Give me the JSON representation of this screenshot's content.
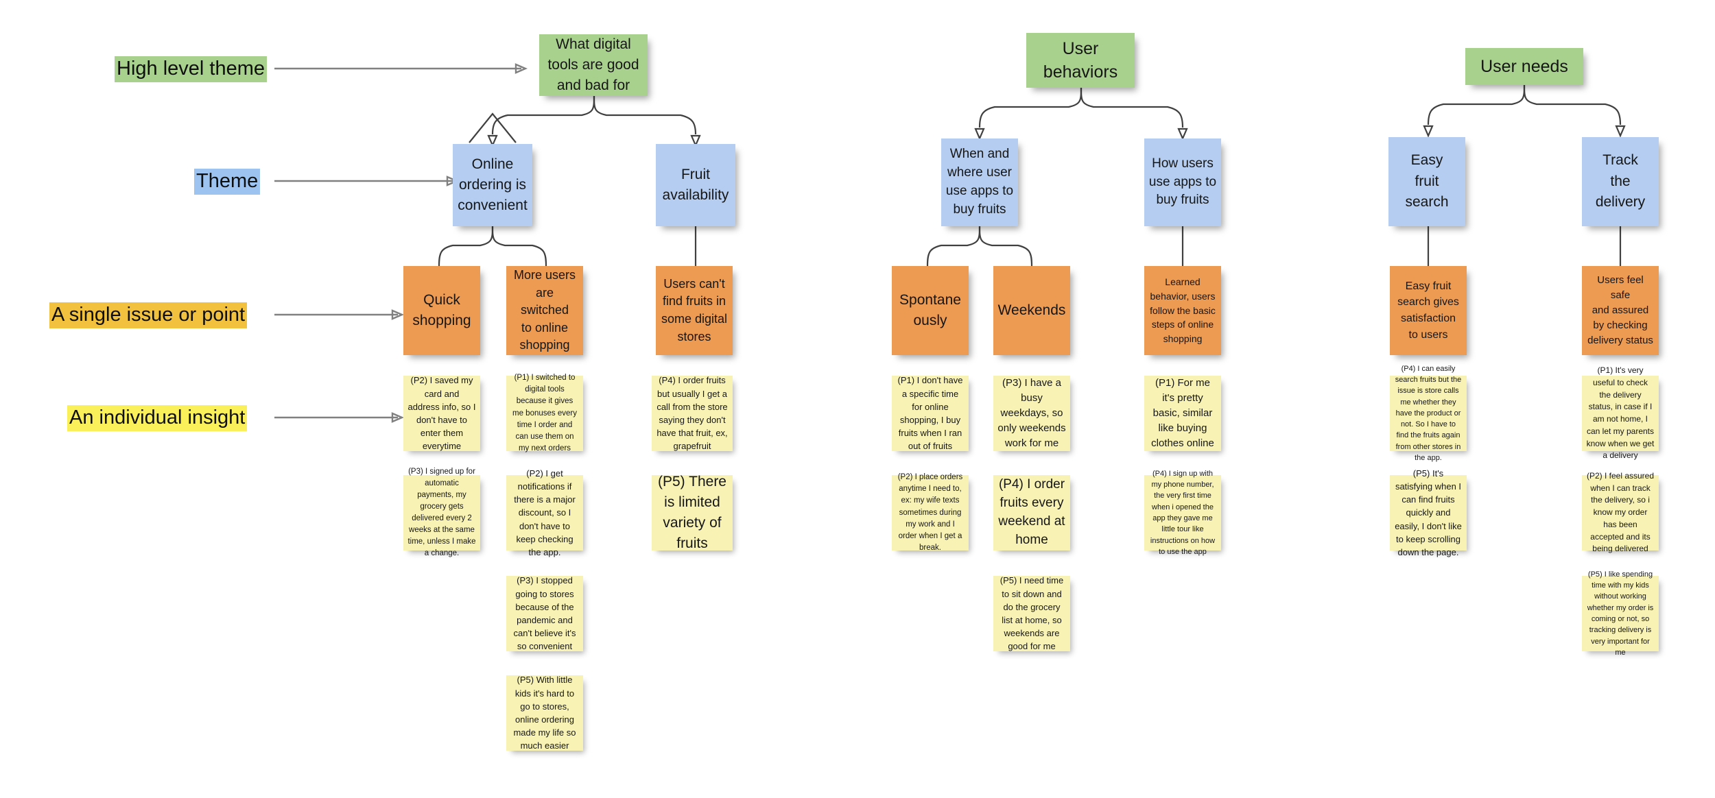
{
  "legend": {
    "items": [
      {
        "label": "High level theme",
        "swatch": "#a9d18e",
        "kind": "green"
      },
      {
        "label": "Theme",
        "swatch": "#9dc3f0",
        "kind": "blue"
      },
      {
        "label": "A single issue or point",
        "swatch": "#f2c23e",
        "kind": "gold"
      },
      {
        "label": "An individual insight",
        "swatch": "#faf05a",
        "kind": "yellow"
      }
    ]
  },
  "colors": {
    "high_level_theme": "#a9d18e",
    "theme": "#b4cdf0",
    "issue": "#ed9a52",
    "insight": "#f8f3b4",
    "connector": "#404040",
    "legend_connector": "#808080",
    "background": "#ffffff"
  },
  "groups": [
    {
      "id": "digital-tools",
      "root": "What digital\ntools are good\nand bad for",
      "themes": [
        {
          "id": "online-ordering",
          "label": "Online\nordering is\nconvenient",
          "issues": [
            {
              "id": "quick-shopping",
              "label": "Quick\nshopping",
              "insights": [
                "(P2) I saved my card and address info, so I don't have to enter them everytime",
                "(P3) I signed up for automatic payments, my grocery gets delivered every 2 weeks at the same time, unless I make a change."
              ]
            },
            {
              "id": "more-users-switched",
              "label": "More users\nare switched\nto online\nshopping",
              "insights": [
                "(P1) I switched to digital tools because it gives me bonuses every time I order and can use them on my next orders",
                "(P2) I get notifications if there is a major discount, so I don't have to keep checking the app.",
                "(P3) I stopped going to stores because of the pandemic and can't believe it's so convenient",
                "(P5) With little kids it's hard to go to stores, online ordering made my life so much easier"
              ]
            }
          ]
        },
        {
          "id": "fruit-availability",
          "label": "Fruit\navailability",
          "issues": [
            {
              "id": "cant-find-fruits",
              "label": "Users can't\nfind fruits in\nsome digital\nstores",
              "insights": [
                "(P4) I order fruits but usually I get a call from the store saying they don't have that fruit, ex, grapefruit",
                "(P5) There is limited variety of fruits"
              ]
            }
          ]
        }
      ]
    },
    {
      "id": "user-behaviors",
      "root": "User\nbehaviors",
      "themes": [
        {
          "id": "when-and-where",
          "label": "When and\nwhere user\nuse apps to\nbuy fruits",
          "issues": [
            {
              "id": "spontaneously",
              "label": "Spontane\nously",
              "insights": [
                "(P1) I don't have a specific time for online shopping, I buy fruits when I ran out of fruits",
                "(P2) I place orders anytime I need to, ex: my wife texts sometimes during my work and I order when I get a break."
              ]
            },
            {
              "id": "weekends",
              "label": "Weekends",
              "insights": [
                "(P3) I have a busy weekdays, so only weekends work for me",
                "(P4) I order fruits every weekend at home",
                "(P5) I need time to sit down and do the grocery list at home, so weekends are good for me"
              ]
            }
          ]
        },
        {
          "id": "how-users-use-apps",
          "label": "How users\nuse apps to\nbuy fruits",
          "issues": [
            {
              "id": "learned-behavior",
              "label": "Learned\nbehavior, users\nfollow the basic\nsteps of online\nshopping",
              "insights": [
                "(P1) For me it's pretty basic, similar like buying clothes online",
                "(P4) I sign up with my phone number, the very first time when i opened the app they gave me little tour like instructions on how to use the app"
              ]
            }
          ]
        }
      ]
    },
    {
      "id": "user-needs",
      "root": "User needs",
      "themes": [
        {
          "id": "easy-fruit-search",
          "label": "Easy\nfruit\nsearch",
          "issues": [
            {
              "id": "easy-search-satisfaction",
              "label": "Easy fruit\nsearch gives\nsatisfaction\nto users",
              "insights": [
                "(P4) I can easily search fruits but the issue is store calls me whether they have the product or not. So I have to find the fruits again from other stores in the app.",
                "(P5) It's satisfying when I can find fruits quickly and easily, I don't like to keep scrolling down the page."
              ]
            }
          ]
        },
        {
          "id": "track-the-delivery",
          "label": "Track\nthe\ndelivery",
          "issues": [
            {
              "id": "feel-safe-assured",
              "label": "Users feel safe\nand assured\nby checking\ndelivery status",
              "insights": [
                "(P1) It's very useful to check the delivery status, in case if I am not home, I can let my parents know when we get a delivery",
                "(P2) I feel assured when I can track the delivery, so i know my order has been accepted and its being delivered",
                "(P5) I like spending time with my kids without working whether my order is coming or not, so tracking delivery is very important for me"
              ]
            }
          ]
        }
      ]
    }
  ]
}
